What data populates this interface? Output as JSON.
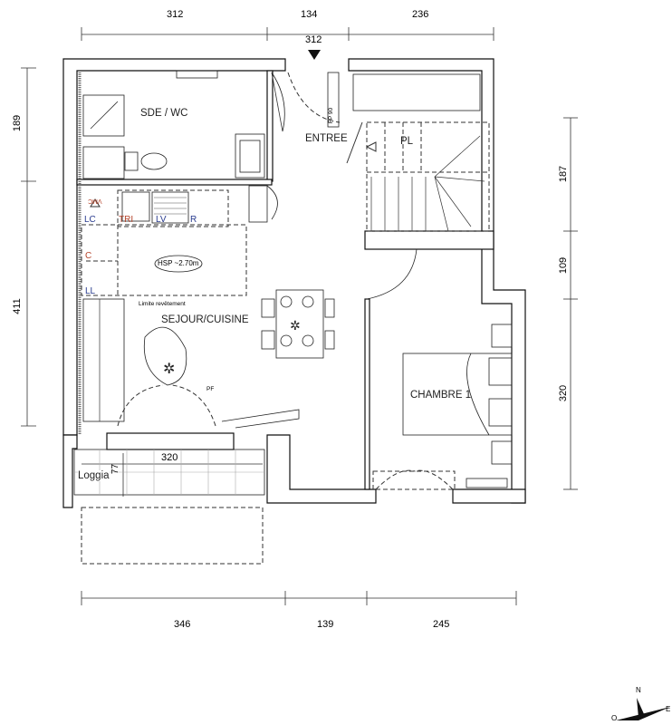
{
  "dimensions": {
    "top": [
      "312",
      "134",
      "236"
    ],
    "entry_arrow": "312",
    "left": [
      "189",
      "411"
    ],
    "right": [
      "187",
      "109",
      "320"
    ],
    "bottom": [
      "346",
      "139",
      "245"
    ],
    "loggia_width": "320",
    "loggia_depth": "77"
  },
  "rooms": {
    "sde_wc": "SDE / WC",
    "entree": "ENTREE",
    "pl": "PL",
    "sejour": "SEJOUR/CUISINE",
    "chambre": "CHAMBRE 1",
    "loggia": "Loggia"
  },
  "annotations": {
    "vmc": "VMC",
    "lc": "LC",
    "tri": "TRI",
    "lv": "LV",
    "r": "R",
    "c": "C",
    "ll": "LL",
    "hsp": "HSP ~2.70m",
    "limite": "Limite revêtement",
    "fp": "FP 90",
    "pf": "PF"
  },
  "compass": {
    "n": "N",
    "o": "O",
    "e": "E"
  }
}
